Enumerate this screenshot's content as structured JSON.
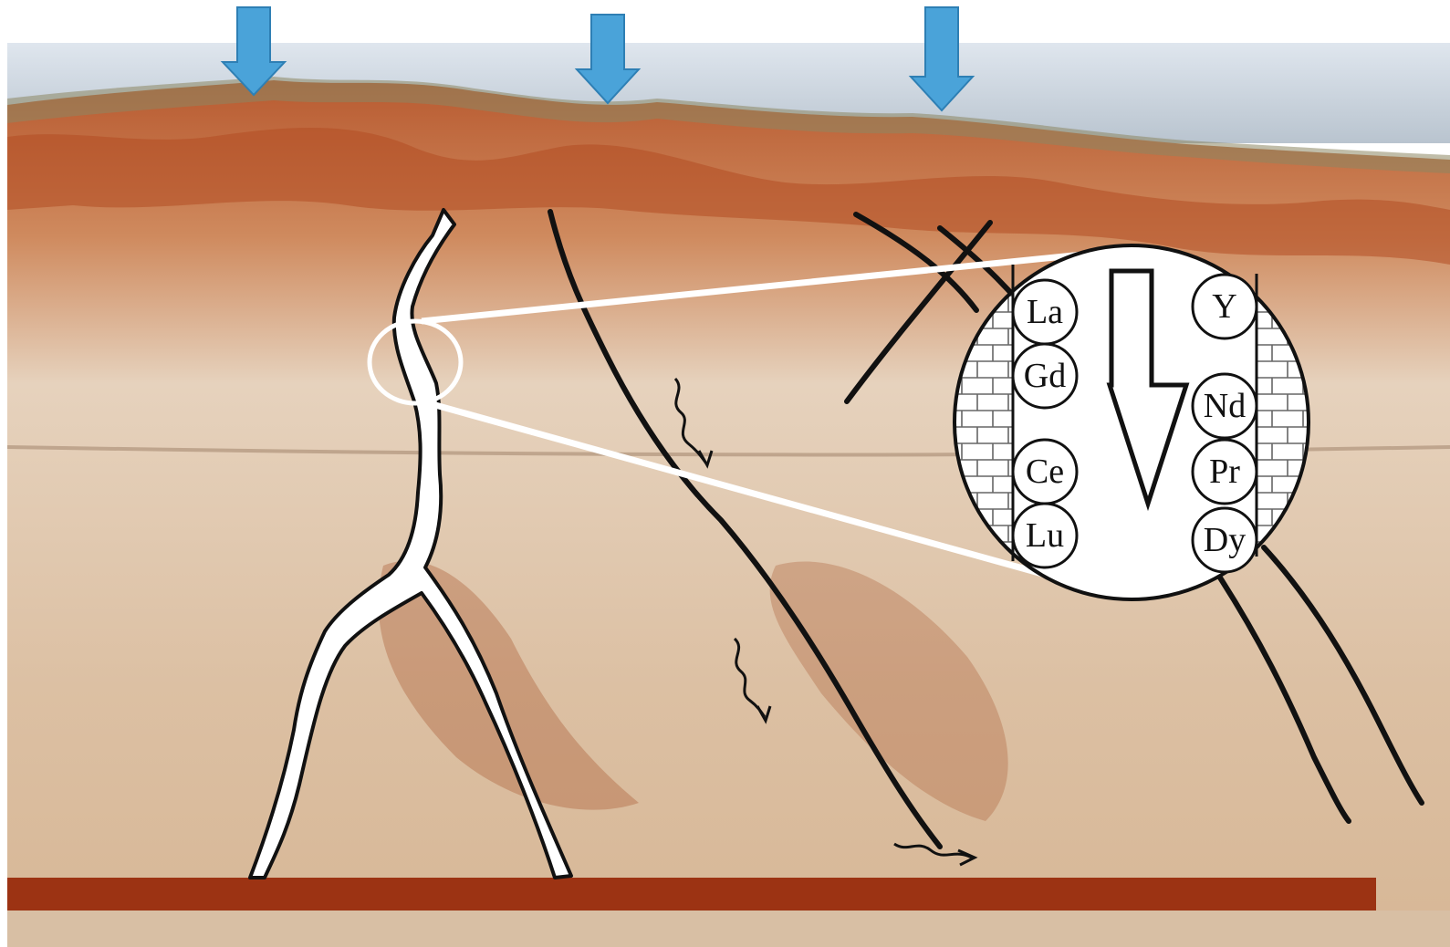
{
  "elements_left_column": [
    "La",
    "Gd",
    "Ce",
    "Lu"
  ],
  "elements_right_column": [
    "Y",
    "Nd",
    "Pr",
    "Dy"
  ],
  "colors": {
    "sky": "#c9d3dd",
    "rock_light": "#e3cdb4",
    "rock_red": "#b9542a",
    "soil_band": "#9c3313",
    "arrow_blue": "#4aa3d9",
    "line_black": "#111111",
    "vein_white": "#ffffff"
  },
  "icons": {
    "surface_arrow": "down-arrow-icon",
    "enrichment_arrow": "hollow-down-arrow-icon",
    "limestone": "brick-pattern-icon",
    "fluid_flow": "wavy-arrow-icon"
  }
}
